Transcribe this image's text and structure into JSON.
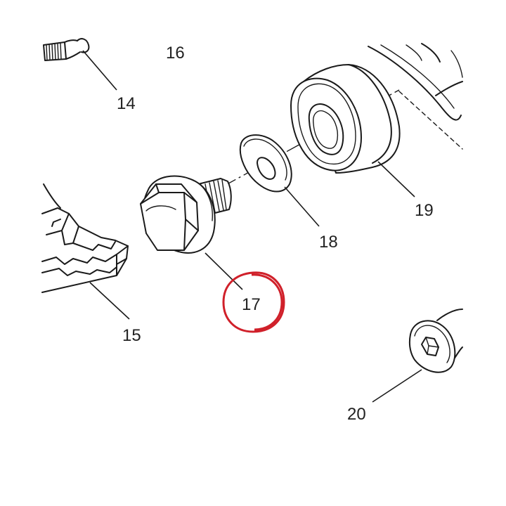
{
  "labels": {
    "part_14": "14",
    "part_15": "15",
    "part_16": "16",
    "part_17": "17",
    "part_18": "18",
    "part_19": "19",
    "part_20": "20"
  },
  "highlight": {
    "target": "17",
    "color": "#d0202a"
  }
}
